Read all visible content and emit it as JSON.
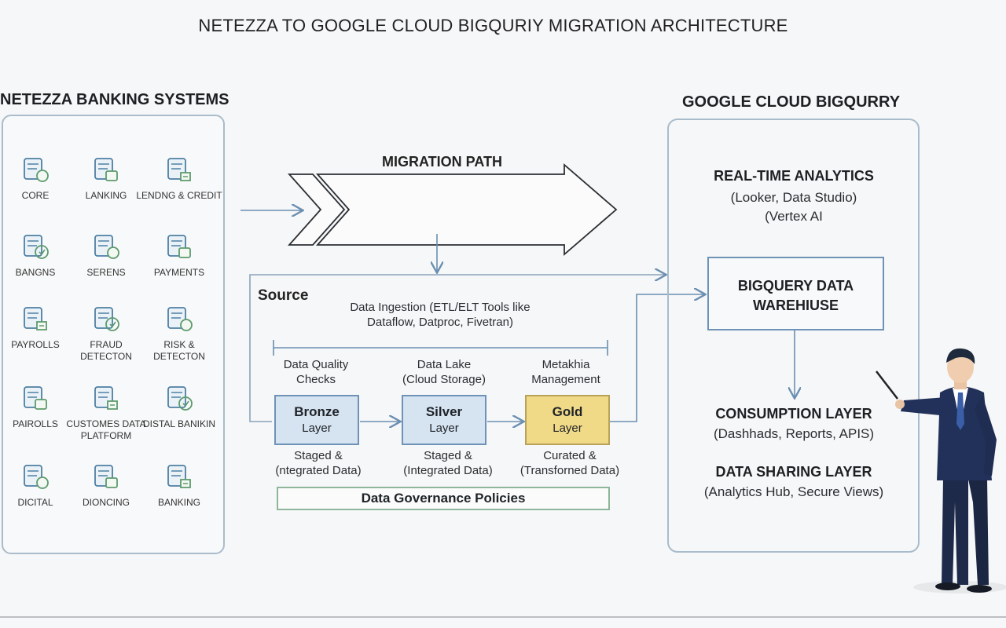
{
  "title": "NETEZZA TO GOOGLE CLOUD BIGQURIY MIGRATION ARCHITECTURE",
  "colors": {
    "panel_border": "#a9bccb",
    "arrow": "#6b8fb1",
    "bronze_fill": "#d6e3f1",
    "silver_fill": "#d6e3f1",
    "gold_fill": "#f0d987",
    "governance_border": "#8fb59a",
    "icon_stroke": "#4e7fa3"
  },
  "source_panel": {
    "heading": "NETEZZA BANKING SYSTEMS",
    "systems": [
      {
        "label": "CORE",
        "icon": "bank-core-icon"
      },
      {
        "label": "LANKING",
        "icon": "lanking-icon"
      },
      {
        "label": "LENDNG & CREDIT",
        "icon": "lending-credit-icon"
      },
      {
        "label": "BANGNS",
        "icon": "bangns-icon"
      },
      {
        "label": "SERENS",
        "icon": "serens-icon"
      },
      {
        "label": "PAYMENTS",
        "icon": "payments-icon"
      },
      {
        "label": "PAYROLLS",
        "icon": "payrolls-icon"
      },
      {
        "label": "FRAUD\nDETECTON",
        "icon": "fraud-detection-icon"
      },
      {
        "label": "RISK &\nDETECTON",
        "icon": "risk-detection-icon"
      },
      {
        "label": "PAIROLLS",
        "icon": "pairolls-icon"
      },
      {
        "label": "CUSTOMES DATA\nPLATFORM",
        "icon": "customer-data-platform-icon"
      },
      {
        "label": "DISTAL BANIKIN",
        "icon": "digital-banking-icon"
      },
      {
        "label": "DICITAL",
        "icon": "dicital-icon"
      },
      {
        "label": "DIONCING",
        "icon": "dioncing-icon"
      },
      {
        "label": "BANKING",
        "icon": "banking-icon"
      }
    ]
  },
  "migration": {
    "path_label": "MIGRATION PATH",
    "source_label": "Source",
    "ingestion_line1": "Data Ingestion (ETL/ELT Tools like",
    "ingestion_line2": "Dataflow, Datproc, Fivetran)",
    "stages": [
      {
        "top1": "Data Quality",
        "top2": "Checks",
        "name": "Bronze",
        "sub": "Layer",
        "bottom1": "Staged &",
        "bottom2": "(ntegrated Data)"
      },
      {
        "top1": "Data Lake",
        "top2": "(Cloud Storage)",
        "name": "Silver",
        "sub": "Layer",
        "bottom1": "Staged &",
        "bottom2": "(Integrated Data)"
      },
      {
        "top1": "Metakhia",
        "top2": "Management",
        "name": "Gold",
        "sub": "Layer",
        "bottom1": "Curated &",
        "bottom2": "(Transforned Data)"
      }
    ],
    "governance": "Data Governance Policies"
  },
  "target_panel": {
    "heading": "GOOGLE CLOUD BIGQURRY",
    "analytics_title": "REAL-TIME ANALYTICS",
    "analytics_line1": "(Looker, Data Studio)",
    "analytics_line2": "(Vertex AI",
    "warehouse_line1": "BIGQUERY DATA",
    "warehouse_line2": "WAREHIUSE",
    "consumption_title": "CONSUMPTION LAYER",
    "consumption_sub": "(Dashhads, Reports, APIS)",
    "sharing_title": "DATA SHARING LAYER",
    "sharing_sub": "(Analytics Hub, Secure Views)"
  },
  "presenter": {
    "icon": "presenter-figure-icon"
  }
}
